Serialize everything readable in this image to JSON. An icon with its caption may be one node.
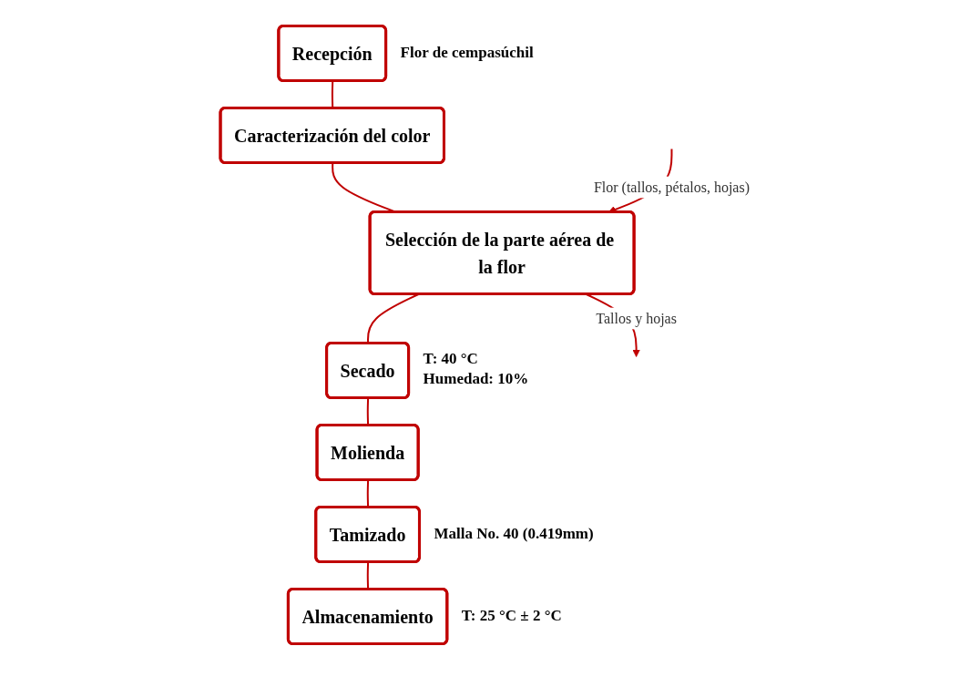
{
  "diagram": {
    "nodes": [
      {
        "text": [
          "Recepción"
        ],
        "beside": [
          "Flor de cempasúchil"
        ]
      },
      {
        "text": [
          "Caracterización del color"
        ]
      },
      {
        "text": [
          "Selección de la parte aérea de la flor"
        ]
      },
      {
        "text": [
          "Secado"
        ],
        "beside": [
          "T: 40 °C",
          "Humedad: 10%"
        ]
      },
      {
        "text": [
          "Molienda"
        ]
      },
      {
        "text": [
          "Tamizado"
        ],
        "beside": [
          "Malla No. 40 (0.419mm)"
        ]
      },
      {
        "text": [
          "Almacenamiento"
        ],
        "beside": [
          "T: 25 °C ± 2 °C"
        ]
      }
    ],
    "edges": [
      {
        "from": 0,
        "to": 1,
        "arrow": "none"
      },
      {
        "from": 1,
        "to": 2,
        "arrow": "none"
      },
      {
        "from": null,
        "to": 2,
        "arrow": "to",
        "label": "Flor (tallos, pétalos, hojas)"
      },
      {
        "from": 2,
        "to": null,
        "arrow": "to",
        "label": "Tallos y hojas"
      },
      {
        "from": 2,
        "to": 3,
        "arrow": "none"
      },
      {
        "from": 3,
        "to": 4,
        "arrow": "none"
      },
      {
        "from": 4,
        "to": 5,
        "arrow": "none"
      },
      {
        "from": 5,
        "to": 6,
        "arrow": "none"
      }
    ]
  }
}
